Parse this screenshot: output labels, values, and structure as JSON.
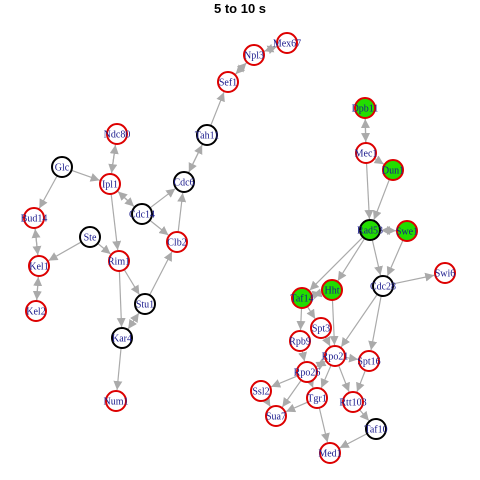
{
  "title": "5 to 10 s",
  "colors": {
    "ring_red": "#dd0000",
    "ring_black": "#000000",
    "fill_green": "#22dd00",
    "fill_white": "#ffffff",
    "label": "#1a1a8c",
    "edge": "#aaaaaa"
  },
  "nodes": [
    {
      "id": "Mex67",
      "label": "Mex67",
      "ring": "red",
      "fill": "white"
    },
    {
      "id": "Npl3",
      "label": "Npl3",
      "ring": "red",
      "fill": "white"
    },
    {
      "id": "Sef1",
      "label": "Sef1",
      "ring": "red",
      "fill": "white"
    },
    {
      "id": "Tah11",
      "label": "Tah11",
      "ring": "black",
      "fill": "white"
    },
    {
      "id": "Cdc6",
      "label": "Cdc6",
      "ring": "black",
      "fill": "white"
    },
    {
      "id": "Ndc80",
      "label": "Ndc80",
      "ring": "red",
      "fill": "white"
    },
    {
      "id": "Glc",
      "label": "Glc",
      "ring": "black",
      "fill": "white"
    },
    {
      "id": "Ipl1",
      "label": "Ipl1",
      "ring": "red",
      "fill": "white"
    },
    {
      "id": "Cdc14",
      "label": "Cdc14",
      "ring": "black",
      "fill": "white"
    },
    {
      "id": "Bud14",
      "label": "Bud14",
      "ring": "red",
      "fill": "white"
    },
    {
      "id": "Ste",
      "label": "Ste",
      "ring": "black",
      "fill": "white"
    },
    {
      "id": "Clb2",
      "label": "Clb2",
      "ring": "red",
      "fill": "white"
    },
    {
      "id": "Kel1",
      "label": "Kel1",
      "ring": "red",
      "fill": "white"
    },
    {
      "id": "Rim1",
      "label": "Rim1",
      "ring": "red",
      "fill": "white"
    },
    {
      "id": "Kel2",
      "label": "Kel2",
      "ring": "red",
      "fill": "white"
    },
    {
      "id": "Stu1",
      "label": "Stu1",
      "ring": "black",
      "fill": "white"
    },
    {
      "id": "Kar4",
      "label": "Kar4",
      "ring": "black",
      "fill": "white"
    },
    {
      "id": "Num1",
      "label": "Num1",
      "ring": "red",
      "fill": "white"
    },
    {
      "id": "Dpb11",
      "label": "Dpb11",
      "ring": "red",
      "fill": "green"
    },
    {
      "id": "Mec1",
      "label": "Mec1",
      "ring": "red",
      "fill": "white"
    },
    {
      "id": "Dun1",
      "label": "Dun1",
      "ring": "red",
      "fill": "green"
    },
    {
      "id": "Rad53",
      "label": "Rad53",
      "ring": "black",
      "fill": "green"
    },
    {
      "id": "Swe1",
      "label": "Swe1",
      "ring": "red",
      "fill": "green"
    },
    {
      "id": "Swi6",
      "label": "Swi6",
      "ring": "red",
      "fill": "white"
    },
    {
      "id": "Cdc28",
      "label": "Cdc28",
      "ring": "black",
      "fill": "white"
    },
    {
      "id": "Taf14",
      "label": "Taf14",
      "ring": "red",
      "fill": "green"
    },
    {
      "id": "Hht",
      "label": "Hht",
      "ring": "red",
      "fill": "green"
    },
    {
      "id": "Spt3",
      "label": "Spt3",
      "ring": "red",
      "fill": "white"
    },
    {
      "id": "Rpb9",
      "label": "Rpb9",
      "ring": "red",
      "fill": "white"
    },
    {
      "id": "Rpo21",
      "label": "Rpo21",
      "ring": "red",
      "fill": "white"
    },
    {
      "id": "Spt16",
      "label": "Spt16",
      "ring": "red",
      "fill": "white"
    },
    {
      "id": "Rpo26",
      "label": "Rpo26",
      "ring": "red",
      "fill": "white"
    },
    {
      "id": "Ssl2",
      "label": "Ssl2",
      "ring": "red",
      "fill": "white"
    },
    {
      "id": "Sua7",
      "label": "Sua7",
      "ring": "red",
      "fill": "white"
    },
    {
      "id": "Tgr1",
      "label": "Tgr1",
      "ring": "red",
      "fill": "white"
    },
    {
      "id": "Rtt103",
      "label": "Rtt103",
      "ring": "red",
      "fill": "white"
    },
    {
      "id": "Taf10",
      "label": "Taf10",
      "ring": "black",
      "fill": "white"
    },
    {
      "id": "Med1",
      "label": "Med1",
      "ring": "red",
      "fill": "white"
    }
  ],
  "edges": [
    [
      "Npl3",
      "Mex67"
    ],
    [
      "Mex67",
      "Npl3"
    ],
    [
      "Sef1",
      "Npl3"
    ],
    [
      "Npl3",
      "Sef1"
    ],
    [
      "Tah11",
      "Sef1"
    ],
    [
      "Cdc6",
      "Tah11"
    ],
    [
      "Tah11",
      "Cdc6"
    ],
    [
      "Cdc14",
      "Cdc6"
    ],
    [
      "Clb2",
      "Cdc6"
    ],
    [
      "Ndc80",
      "Ipl1"
    ],
    [
      "Ipl1",
      "Ndc80"
    ],
    [
      "Glc",
      "Ipl1"
    ],
    [
      "Ipl1",
      "Cdc14"
    ],
    [
      "Cdc14",
      "Ipl1"
    ],
    [
      "Ipl1",
      "Rim1"
    ],
    [
      "Ste",
      "Kel1"
    ],
    [
      "Bud14",
      "Kel1"
    ],
    [
      "Kel1",
      "Bud14"
    ],
    [
      "Glc",
      "Bud14"
    ],
    [
      "Kel1",
      "Kel2"
    ],
    [
      "Kel2",
      "Kel1"
    ],
    [
      "Ste",
      "Rim1"
    ],
    [
      "Cdc14",
      "Clb2"
    ],
    [
      "Stu1",
      "Clb2"
    ],
    [
      "Rim1",
      "Stu1"
    ],
    [
      "Stu1",
      "Kar4"
    ],
    [
      "Kar4",
      "Stu1"
    ],
    [
      "Rim1",
      "Kar4"
    ],
    [
      "Kar4",
      "Num1"
    ],
    [
      "Dpb11",
      "Mec1"
    ],
    [
      "Mec1",
      "Dpb11"
    ],
    [
      "Mec1",
      "Dun1"
    ],
    [
      "Mec1",
      "Rad53"
    ],
    [
      "Dun1",
      "Rad53"
    ],
    [
      "Rad53",
      "Swe1"
    ],
    [
      "Swe1",
      "Rad53"
    ],
    [
      "Rad53",
      "Cdc28"
    ],
    [
      "Swe1",
      "Cdc28"
    ],
    [
      "Cdc28",
      "Swi6"
    ],
    [
      "Rad53",
      "Hht"
    ],
    [
      "Rad53",
      "Taf14"
    ],
    [
      "Hht",
      "Taf14"
    ],
    [
      "Taf14",
      "Hht"
    ],
    [
      "Cdc28",
      "Rpo21"
    ],
    [
      "Cdc28",
      "Spt16"
    ],
    [
      "Taf14",
      "Spt3"
    ],
    [
      "Taf14",
      "Rpb9"
    ],
    [
      "Hht",
      "Rpo21"
    ],
    [
      "Spt3",
      "Rpo21"
    ],
    [
      "Rpb9",
      "Rpo26"
    ],
    [
      "Rpo21",
      "Rpo26"
    ],
    [
      "Rpo26",
      "Rpo21"
    ],
    [
      "Rpo21",
      "Spt16"
    ],
    [
      "Rpo21",
      "Tgr1"
    ],
    [
      "Rpo21",
      "Rtt103"
    ],
    [
      "Rpo26",
      "Ssl2"
    ],
    [
      "Rpo26",
      "Sua7"
    ],
    [
      "Ssl2",
      "Sua7"
    ],
    [
      "Tgr1",
      "Sua7"
    ],
    [
      "Tgr1",
      "Med1"
    ],
    [
      "Rtt103",
      "Taf10"
    ],
    [
      "Taf10",
      "Med1"
    ],
    [
      "Spt16",
      "Rtt103"
    ],
    [
      "Rpo26",
      "Tgr1"
    ]
  ]
}
